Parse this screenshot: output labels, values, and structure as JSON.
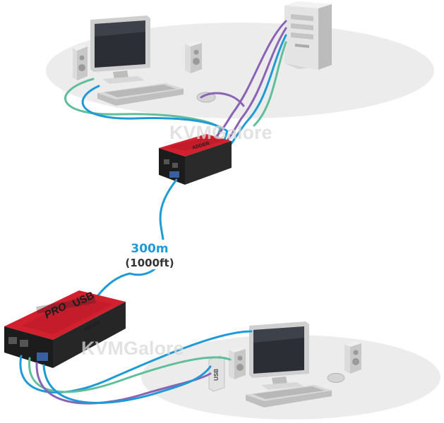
{
  "distance": {
    "meters": "300m",
    "feet": "(1000ft)"
  },
  "watermark": {
    "text": "KVMGalore"
  },
  "device_label": {
    "brand": "ADDER",
    "model": "PRO",
    "interface": "USB"
  },
  "usb_port_label": "USB",
  "colors": {
    "cable_blue": "#1e9bd7",
    "cable_green": "#5fbf9a",
    "cable_purple": "#8a63b5",
    "device_red": "#d2202f",
    "device_black": "#1c1c1c",
    "floor_grey": "#e9e9e9"
  }
}
